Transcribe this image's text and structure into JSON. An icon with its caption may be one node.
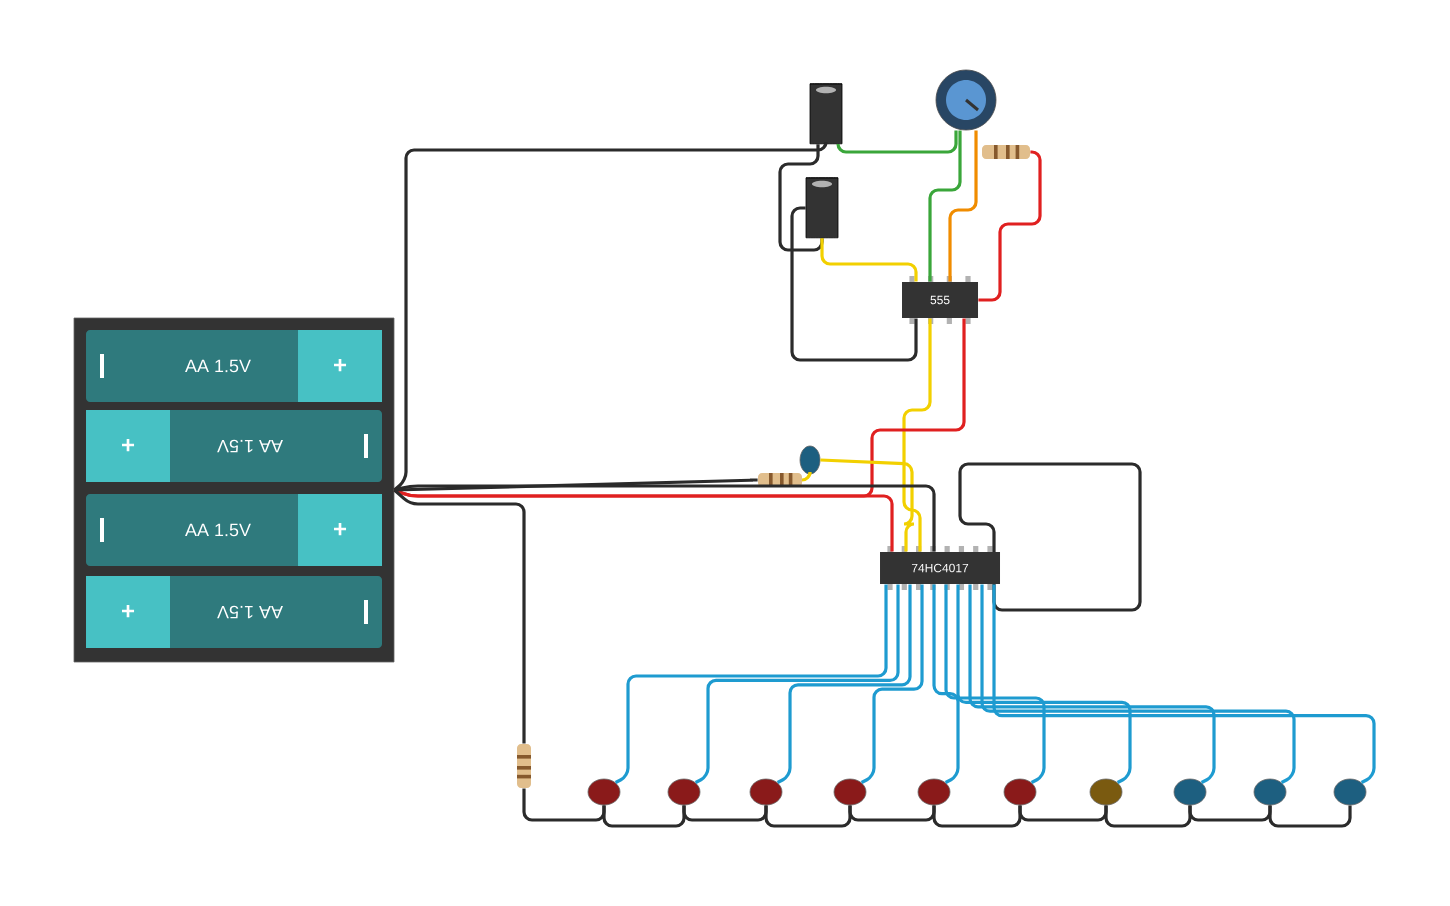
{
  "diagram": {
    "nodes": [
      {
        "text": [],
        "shape": "box"
      },
      {
        "text": [
          "AA 1.5V",
          "+"
        ],
        "in": 0
      },
      {
        "text": [
          "AA 1.5V",
          "+"
        ],
        "in": 0
      },
      {
        "text": [
          "AA 1.5V",
          "+"
        ],
        "in": 0
      },
      {
        "text": [
          "AA 1.5V",
          "+"
        ],
        "in": 0
      },
      {
        "text": [
          "555"
        ]
      },
      {
        "text": [
          "74HC4017"
        ]
      },
      {
        "text": [],
        "shape": "cylinder"
      },
      {
        "text": [],
        "shape": "cylinder"
      },
      {
        "text": [],
        "shape": "circle"
      },
      {
        "text": [],
        "shape": "resistor"
      },
      {
        "text": [],
        "shape": "resistor"
      },
      {
        "text": [],
        "shape": "led"
      },
      {
        "text": [],
        "shape": "resistor"
      },
      {
        "text": [],
        "shape": "led"
      },
      {
        "text": [],
        "shape": "led"
      },
      {
        "text": [],
        "shape": "led"
      },
      {
        "text": [],
        "shape": "led"
      },
      {
        "text": [],
        "shape": "led"
      },
      {
        "text": [],
        "shape": "led"
      },
      {
        "text": [],
        "shape": "led"
      },
      {
        "text": [],
        "shape": "led"
      },
      {
        "text": [],
        "shape": "led"
      },
      {
        "text": [],
        "shape": "led"
      }
    ],
    "edges": [
      {
        "from": 0,
        "to": 7,
        "arrow": "none"
      },
      {
        "from": 7,
        "to": 8,
        "arrow": "none"
      },
      {
        "from": 8,
        "to": 5,
        "arrow": "none"
      },
      {
        "from": 7,
        "to": 9,
        "arrow": "none",
        "color": "#3aa63a"
      },
      {
        "from": 9,
        "to": 5,
        "arrow": "none",
        "color": "#3aa63a"
      },
      {
        "from": 9,
        "to": 5,
        "arrow": "none",
        "color": "#f08c00"
      },
      {
        "from": 10,
        "to": 5,
        "arrow": "none",
        "color": "#e02020"
      },
      {
        "from": 8,
        "to": 5,
        "arrow": "none",
        "color": "#f2d000"
      },
      {
        "from": 5,
        "to": 6,
        "arrow": "none",
        "color": "#f2d000"
      },
      {
        "from": 0,
        "to": 5,
        "arrow": "none",
        "color": "#e02020"
      },
      {
        "from": 0,
        "to": 6,
        "arrow": "none",
        "color": "#e02020"
      },
      {
        "from": 0,
        "to": 11,
        "arrow": "none"
      },
      {
        "from": 11,
        "to": 12,
        "arrow": "none",
        "color": "#f2d000"
      },
      {
        "from": 12,
        "to": 6,
        "arrow": "none",
        "color": "#f2d000"
      },
      {
        "from": 0,
        "to": 13,
        "arrow": "none"
      },
      {
        "from": 0,
        "to": 6,
        "arrow": "none"
      },
      {
        "from": 13,
        "to": 14,
        "arrow": "none"
      },
      {
        "from": 14,
        "to": 15,
        "arrow": "none"
      },
      {
        "from": 15,
        "to": 16,
        "arrow": "none"
      },
      {
        "from": 16,
        "to": 17,
        "arrow": "none"
      },
      {
        "from": 17,
        "to": 18,
        "arrow": "none"
      },
      {
        "from": 18,
        "to": 19,
        "arrow": "none"
      },
      {
        "from": 19,
        "to": 20,
        "arrow": "none"
      },
      {
        "from": 20,
        "to": 21,
        "arrow": "none"
      },
      {
        "from": 21,
        "to": 22,
        "arrow": "none"
      },
      {
        "from": 22,
        "to": 23,
        "arrow": "none"
      },
      {
        "from": 6,
        "to": 14,
        "arrow": "none",
        "color": "#1e9bd0"
      },
      {
        "from": 6,
        "to": 15,
        "arrow": "none",
        "color": "#1e9bd0"
      },
      {
        "from": 6,
        "to": 16,
        "arrow": "none",
        "color": "#1e9bd0"
      },
      {
        "from": 6,
        "to": 17,
        "arrow": "none",
        "color": "#1e9bd0"
      },
      {
        "from": 6,
        "to": 18,
        "arrow": "none",
        "color": "#1e9bd0"
      },
      {
        "from": 6,
        "to": 19,
        "arrow": "none",
        "color": "#1e9bd0"
      },
      {
        "from": 6,
        "to": 20,
        "arrow": "none",
        "color": "#1e9bd0"
      },
      {
        "from": 6,
        "to": 21,
        "arrow": "none",
        "color": "#1e9bd0"
      },
      {
        "from": 6,
        "to": 22,
        "arrow": "none",
        "color": "#1e9bd0"
      },
      {
        "from": 6,
        "to": 23,
        "arrow": "none",
        "color": "#1e9bd0"
      }
    ]
  }
}
